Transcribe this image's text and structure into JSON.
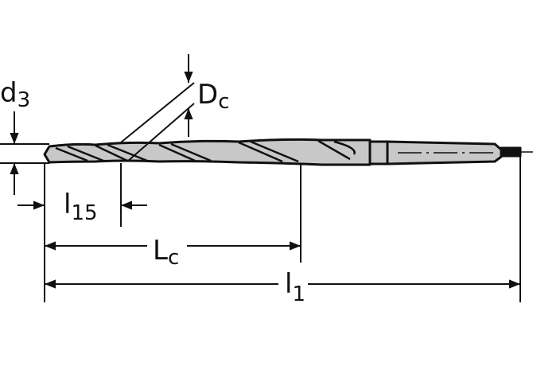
{
  "diagram": {
    "type": "technical-drawing",
    "subject": "taper shank twist drill",
    "colors": {
      "line": "#111111",
      "fill": "#c8c8c8",
      "background": "#ffffff"
    },
    "labels": {
      "d3": {
        "main": "d",
        "sub": "3"
      },
      "dc": {
        "main": "D",
        "sub": "c"
      },
      "l15": {
        "main": "l",
        "sub": "15"
      },
      "lc": {
        "main": "L",
        "sub": "c"
      },
      "l1": {
        "main": "l",
        "sub": "1"
      }
    }
  }
}
